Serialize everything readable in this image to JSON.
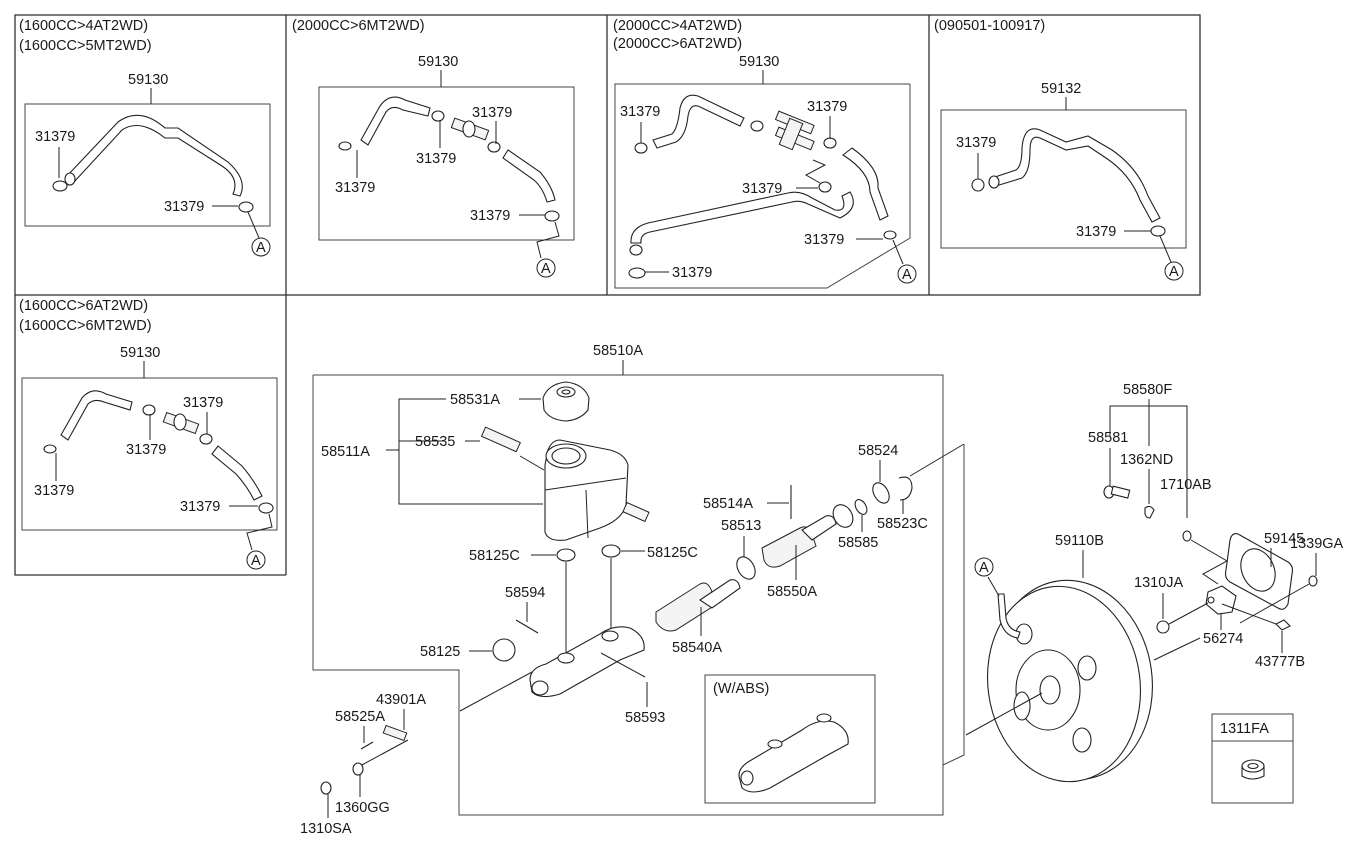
{
  "panels": {
    "p1": {
      "captions": [
        "(1600CC>4AT2WD)",
        "(1600CC>5MT2WD)"
      ],
      "hose": "59130",
      "clamp": "31379",
      "ref": "A"
    },
    "p2": {
      "captions": [
        "(2000CC>6MT2WD)"
      ],
      "hose": "59130",
      "clamp": "31379",
      "ref": "A"
    },
    "p3": {
      "captions": [
        "(2000CC>4AT2WD)",
        "(2000CC>6AT2WD)"
      ],
      "hose": "59130",
      "clamp": "31379",
      "ref": "A"
    },
    "p4": {
      "captions": [
        "(090501-100917)"
      ],
      "hose": "59132",
      "clamp": "31379",
      "ref": "A"
    },
    "p5": {
      "captions": [
        "(1600CC>6AT2WD)",
        "(1600CC>6MT2WD)"
      ],
      "hose": "59130",
      "clamp": "31379",
      "ref": "A"
    }
  },
  "master_cylinder": {
    "assembly": "58510A",
    "reservoir_assy": "58511A",
    "cap": "58531A",
    "sensor": "58535",
    "grommet": "58125C",
    "bolt_upper": "58594",
    "plug": "58125",
    "bolt_lower": "58593",
    "bracket": "43901A",
    "screw": "58525A",
    "washer": "1360GG",
    "nut": "1310SA",
    "pin": "58514A",
    "oring": "58513",
    "primary_piston": "58540A",
    "secondary_piston": "58550A",
    "seal": "58585",
    "washer_ring": "58524",
    "snap_ring": "58523C",
    "abs_caption": "(W/ABS)"
  },
  "booster": {
    "booster": "59110B",
    "kit": "58580F",
    "clevis_pin": "58581",
    "clip": "1362ND",
    "ring": "1710AB",
    "gasket": "59145",
    "nut_right": "1339GA",
    "nut_clevis": "1310JA",
    "clevis": "56274",
    "snap_pin": "43777B",
    "ref": "A"
  },
  "legend_box": {
    "title": "1311FA"
  }
}
